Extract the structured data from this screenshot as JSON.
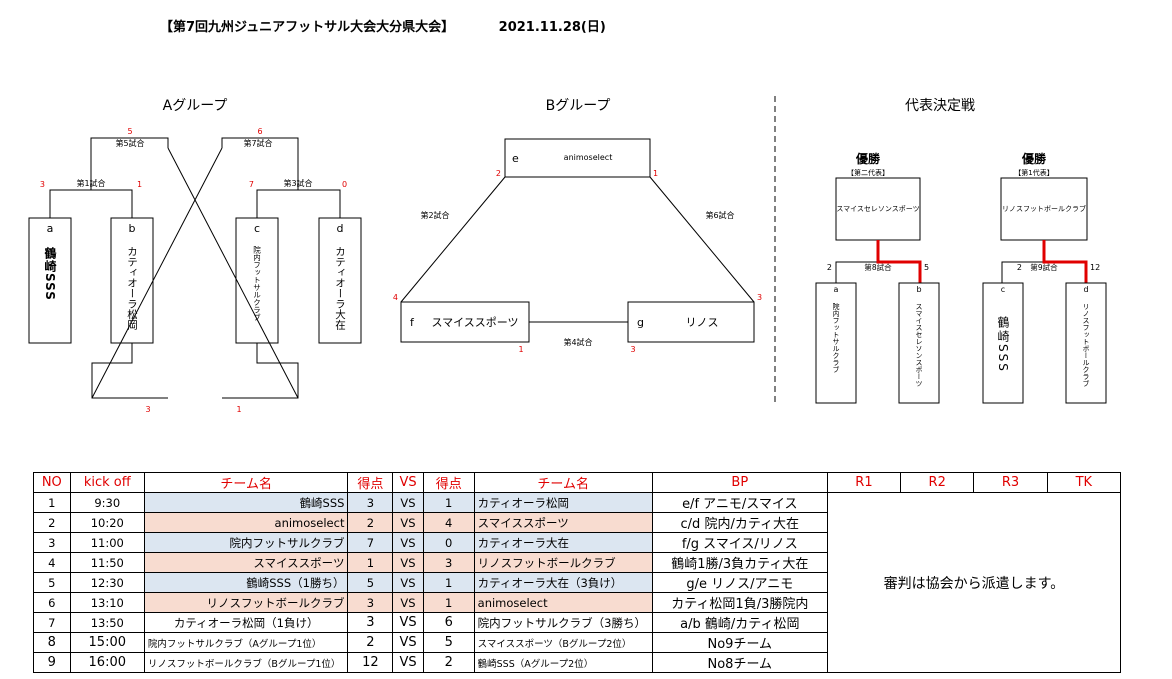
{
  "title": {
    "main": "【第7回九州ジュニアフットサル大会大分県大会】",
    "date": "2021.11.28(日)"
  },
  "groups": {
    "a": {
      "label": "Aグループ",
      "teams": [
        {
          "letter": "a",
          "name": "鶴崎SSS"
        },
        {
          "letter": "b",
          "name": "カティオーラ松岡"
        },
        {
          "letter": "c",
          "name": "院内フットサルクラブ"
        },
        {
          "letter": "d",
          "name": "カティオーラ大在"
        }
      ],
      "matches": [
        {
          "label": "第1試合",
          "left_score": "3",
          "right_score": "1"
        },
        {
          "label": "第3試合",
          "left_score": "7",
          "right_score": "0"
        },
        {
          "label": "第5試合",
          "top_score": "5"
        },
        {
          "label": "第7試合",
          "top_score": "6"
        }
      ],
      "cross_scores": [
        "3",
        "1"
      ]
    },
    "b": {
      "label": "Bグループ",
      "teams": [
        {
          "letter": "e",
          "name": "animoselect"
        },
        {
          "letter": "f",
          "name": "スマイススポーツ"
        },
        {
          "letter": "g",
          "name": "リノス"
        }
      ],
      "matches": [
        {
          "label": "第2試合",
          "score_e": "2",
          "score_f": "4"
        },
        {
          "label": "第4試合",
          "score_f": "1",
          "score_g": "3"
        },
        {
          "label": "第6試合",
          "score_e": "1",
          "score_g": "3"
        }
      ]
    },
    "final": {
      "label": "代表決定戦",
      "left": {
        "winner_label": "優勝",
        "rep_label": "【第二代表】",
        "winner": "スマイスセレソンスポーツ",
        "match_label": "第8試合",
        "left_score": "2",
        "right_score": "5",
        "teams": [
          {
            "letter": "a",
            "name": "院内フットサルクラブ"
          },
          {
            "letter": "b",
            "name": "スマイスセレソンスポーツ"
          }
        ]
      },
      "right": {
        "winner_label": "優勝",
        "rep_label": "【第1代表】",
        "winner": "リノスフットボールクラブ",
        "match_label": "第9試合",
        "left_score": "2",
        "right_score": "12",
        "teams": [
          {
            "letter": "c",
            "name": "鶴崎SSS"
          },
          {
            "letter": "d",
            "name": "リノスフットボールクラブ"
          }
        ]
      }
    }
  },
  "schedule": {
    "headers": [
      "NO",
      "kick off",
      "チーム名",
      "得点",
      "VS",
      "得点",
      "チーム名",
      "BP",
      "R1",
      "R2",
      "R3",
      "TK"
    ],
    "note": "審判は協会から派遣します。",
    "rows": [
      {
        "no": "1",
        "kick": "9:30",
        "team1": "鶴崎SSS",
        "s1": "3",
        "vs": "VS",
        "s2": "1",
        "team2": "カティオーラ松岡",
        "bp": "e/f アニモ/スマイス"
      },
      {
        "no": "2",
        "kick": "10:20",
        "team1": "animoselect",
        "s1": "2",
        "vs": "VS",
        "s2": "4",
        "team2": "スマイススポーツ",
        "bp": "c/d 院内/カティ大在"
      },
      {
        "no": "3",
        "kick": "11:00",
        "team1": "院内フットサルクラブ",
        "s1": "7",
        "vs": "VS",
        "s2": "0",
        "team2": "カティオーラ大在",
        "bp": "f/g スマイス/リノス"
      },
      {
        "no": "4",
        "kick": "11:50",
        "team1": "スマイススポーツ",
        "s1": "1",
        "vs": "VS",
        "s2": "3",
        "team2": "リノスフットボールクラブ",
        "bp": "鶴崎1勝/3負カティ大在"
      },
      {
        "no": "5",
        "kick": "12:30",
        "team1": "鶴崎SSS（1勝ち）",
        "s1": "5",
        "vs": "VS",
        "s2": "1",
        "team2": "カティオーラ大在（3負け）",
        "bp": "g/e リノス/アニモ"
      },
      {
        "no": "6",
        "kick": "13:10",
        "team1": "リノスフットボールクラブ",
        "s1": "3",
        "vs": "VS",
        "s2": "1",
        "team2": "animoselect",
        "bp": "カティ松岡1負/3勝院内"
      },
      {
        "no": "7",
        "kick": "13:50",
        "team1": "カティオーラ松岡（1負け）",
        "s1": "3",
        "vs": "VS",
        "s2": "6",
        "team2": "院内フットサルクラブ（3勝ち）",
        "bp": "a/b 鶴崎/カティ松岡"
      },
      {
        "no": "8",
        "kick": "15:00",
        "team1": "院内フットサルクラブ（Aグループ1位）",
        "s1": "2",
        "vs": "VS",
        "s2": "5",
        "team2": "スマイススポーツ（Bグループ2位）",
        "bp": "No9チーム"
      },
      {
        "no": "9",
        "kick": "16:00",
        "team1": "リノスフットボールクラブ（Bグループ1位）",
        "s1": "12",
        "vs": "VS",
        "s2": "2",
        "team2": "鶴崎SSS（Aグループ2位）",
        "bp": "No8チーム"
      }
    ]
  }
}
